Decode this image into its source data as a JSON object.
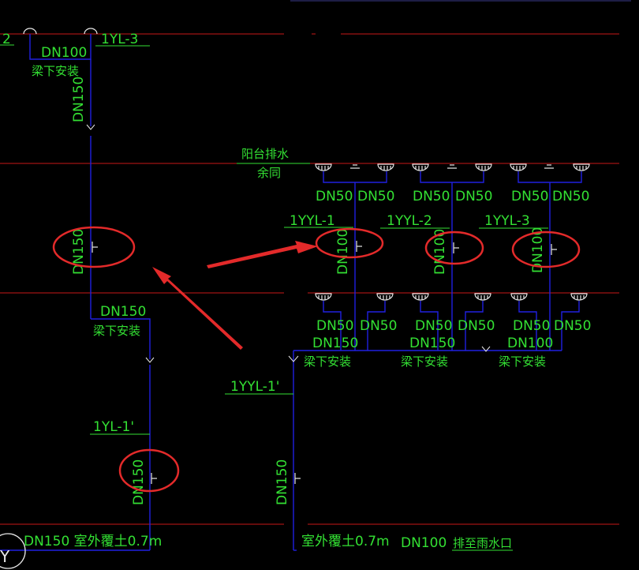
{
  "labels": {
    "top_left_frag": "2",
    "dn100_top": "DN100",
    "yl3": "1YL-3",
    "liang_top": "梁下安装",
    "dn150_top_v": "DN150",
    "balcony_line1": "阳台排水",
    "balcony_line2": "余同",
    "dn50": "DN50",
    "yyl1": "1YYL-1",
    "yyl2": "1YYL-2",
    "yyl3": "1YYL-3",
    "dn150_left_mid_v": "DN150",
    "dn100_v": "DN100",
    "dn150_h_mid": "DN150",
    "liang_mid": "梁下安装",
    "dn150": "DN150",
    "dn100": "DN100",
    "liang": "梁下安装",
    "yyl1p": "1YYL-1'",
    "yl1p": "1YL-1'",
    "dn150_low_v": "DN150",
    "dn150_right_low_v": "DN150",
    "bottom_left": "DN150 室外覆土0.7m",
    "bottom_mid": "室外覆土0.7m",
    "bottom_right_dn": "DN100",
    "bottom_right_note": "排至雨水口",
    "corner_y": "Y"
  },
  "colors": {
    "background": "#000000",
    "pipe": "#2020e0",
    "floor_line": "#c81818",
    "text": "#33e033",
    "symbol": "#e8e8e8",
    "markup": "#e32a2a"
  }
}
